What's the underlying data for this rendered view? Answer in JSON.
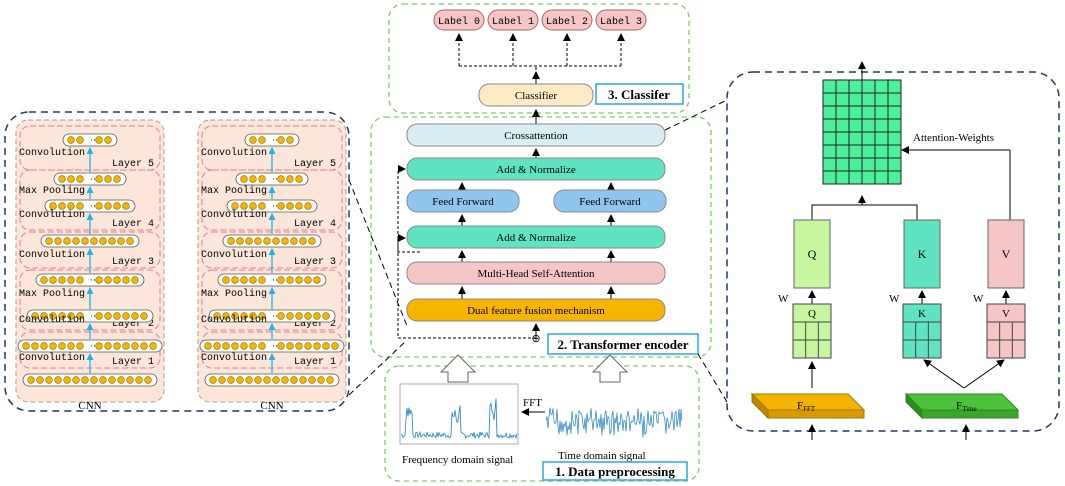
{
  "classifier_section": {
    "labels": [
      "Label 0",
      "Label 1",
      "Label 2",
      "Label 3"
    ],
    "classifier": "Classifier",
    "section_title": "3. Classifer"
  },
  "encoder": {
    "crossattention": "Crossattention",
    "add_norm_top": "Add & Normalize",
    "feed_forward_left": "Feed Forward",
    "feed_forward_right": "Feed Forward",
    "add_norm_bottom": "Add & Normalize",
    "mhsa": "Multi-Head Self-Attention",
    "fusion": "Dual feature fusion mechanism",
    "section_title": "2. Transformer encoder",
    "plus": "⊕"
  },
  "preprocessing": {
    "fft": "FFT",
    "freq_label": "Frequency domain signal",
    "time_label": "Time domain signal",
    "section_title": "1. Data preprocessing"
  },
  "cnn": {
    "layers": [
      "Layer 5",
      "Layer 4",
      "Layer 3",
      "Layer 2",
      "Layer 1"
    ],
    "ops": [
      "Convolution",
      "Max Pooling",
      "Convolution",
      "Convolution",
      "Max Pooling",
      "Convolution",
      "Convolution"
    ],
    "label": "CNN"
  },
  "attention": {
    "weights_label": "Attention-Weights",
    "q": "Q",
    "k": "K",
    "v": "V",
    "w": "W",
    "f_fft": "F",
    "f_fft_sub": "FFT",
    "f_time": "F",
    "f_time_sub": "Time"
  },
  "colors": {
    "green_dash": "#7cc96a",
    "navy_dash": "#1f3a68",
    "teal": "#5fe3c1",
    "pink": "#f6c6c6",
    "blue": "#8fc6f0",
    "orange": "#f7b500",
    "light_blue": "#d7eef3",
    "cream": "#fdebc5",
    "cnn_bg": "#fbe6d9",
    "dot": "#f4b400",
    "cyan": "#1fb4ec"
  }
}
